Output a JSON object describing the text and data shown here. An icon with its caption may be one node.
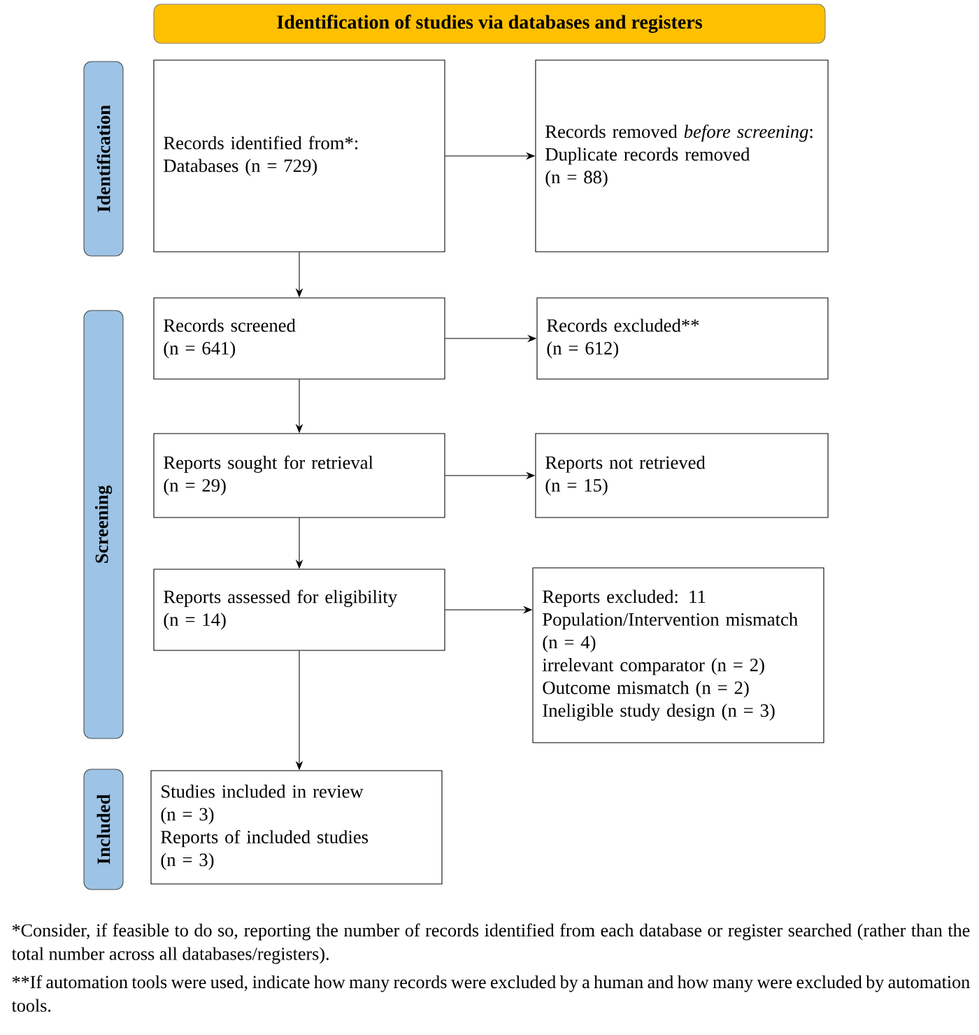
{
  "diagram": {
    "nodes": [
      {
        "text": [
          "Identification of studies via databases and registers"
        ]
      },
      {
        "text": [
          "Identification"
        ]
      },
      {
        "text": [
          "Screening"
        ]
      },
      {
        "text": [
          "Included"
        ]
      },
      {
        "text": [
          "Records identified from*:",
          "Databases (n = 729)"
        ]
      },
      {
        "text": [
          "Records removed *before screening*:",
          "Duplicate records removed",
          "(n = 88)"
        ]
      },
      {
        "text": [
          "Records screened",
          "(n = 641)"
        ]
      },
      {
        "text": [
          "Records excluded**",
          "(n = 612)"
        ]
      },
      {
        "text": [
          "Reports sought for retrieval",
          "(n = 29)"
        ]
      },
      {
        "text": [
          "Reports not retrieved",
          "(n = 15)"
        ]
      },
      {
        "text": [
          "Reports assessed for eligibility",
          "(n = 14)"
        ]
      },
      {
        "text": [
          "Reports excluded: 11",
          "Population/Intervention mismatch (n = 4)",
          "irrelevant comparator (n = 2)",
          "Outcome mismatch (n = 2)",
          "Ineligible study design (n = 3)"
        ]
      },
      {
        "text": [
          "Studies included in review",
          "(n = 3)",
          "Reports of included studies",
          "(n = 3)"
        ]
      }
    ],
    "edges": [
      {
        "from": 4,
        "to": 5,
        "arrow": "to"
      },
      {
        "from": 4,
        "to": 6,
        "arrow": "to"
      },
      {
        "from": 6,
        "to": 7,
        "arrow": "to"
      },
      {
        "from": 6,
        "to": 8,
        "arrow": "to"
      },
      {
        "from": 8,
        "to": 9,
        "arrow": "to"
      },
      {
        "from": 8,
        "to": 10,
        "arrow": "to"
      },
      {
        "from": 10,
        "to": 11,
        "arrow": "to"
      },
      {
        "from": 10,
        "to": 12,
        "arrow": "to"
      }
    ],
    "labels": [
      "*Consider, if feasible to do so, reporting the number of records identified from each database or register searched (rather than the total number across all databases/registers).",
      "**If automation tools were used, indicate how many records were excluded by a human and how many were excluded by automation tools."
    ]
  }
}
